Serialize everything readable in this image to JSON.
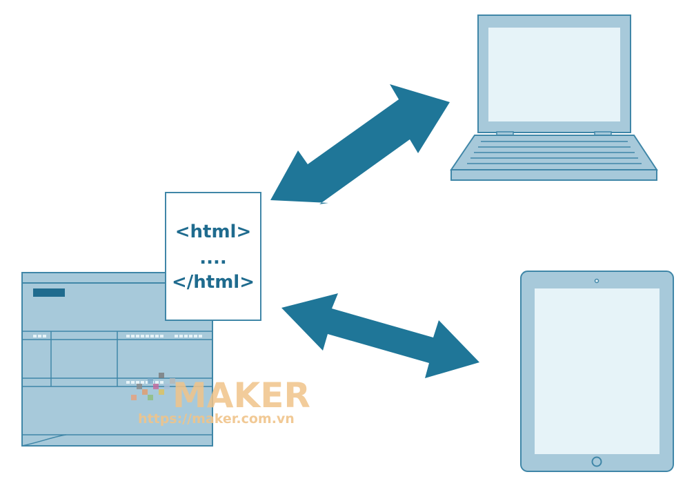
{
  "document": {
    "line1": "<html>",
    "line2": "....",
    "line3": "</html>"
  },
  "watermark": {
    "brand": "MAKER",
    "url": "https://maker.com.vn"
  },
  "colors": {
    "device_fill": "#a7c9da",
    "device_outline": "#3f86a7",
    "screen_fill": "#e6f3f8",
    "arrow": "#1f7698",
    "plc_dark": "#1f6b8e"
  },
  "icons": [
    "plc-device-icon",
    "html-document-icon",
    "laptop-icon",
    "tablet-icon",
    "double-arrow-icon"
  ]
}
